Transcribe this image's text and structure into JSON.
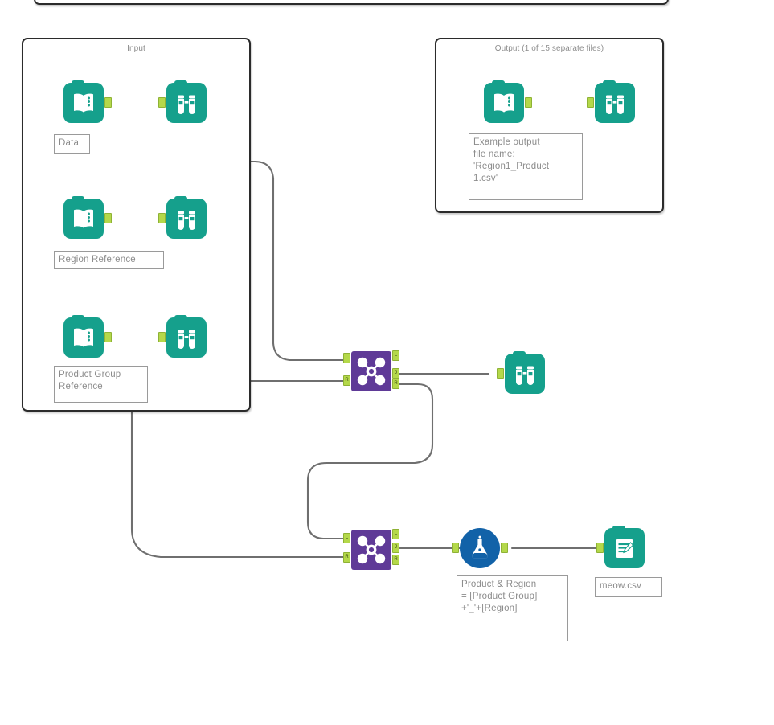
{
  "app": {
    "type": "workflow-canvas",
    "background": "#ffffff"
  },
  "palette": {
    "tool_teal": "#15a08c",
    "tool_purple": "#5f3a97",
    "tool_blue": "#1262a8",
    "connector_green": "#b4d84a",
    "wire": "#6f6f6f",
    "container_border": "#2b2b2b",
    "note_text": "#8c8c8c",
    "title_text": "#8d8d8d"
  },
  "containers": [
    {
      "id": "input-container",
      "title": "Input"
    },
    {
      "id": "output-container",
      "title": "Output (1 of 15 separate files)"
    }
  ],
  "notes": [
    {
      "id": "note-data",
      "text": "Data"
    },
    {
      "id": "note-region-ref",
      "text": "Region Reference"
    },
    {
      "id": "note-product-ref",
      "text": "Product Group\nReference"
    },
    {
      "id": "note-example-output",
      "text": "Example output\nfile name:\n'Region1_Product\n1.csv'"
    },
    {
      "id": "note-formula",
      "text": "Product & Region\n= [Product Group]\n+'_'+[Region]"
    },
    {
      "id": "note-meow",
      "text": "meow.csv"
    }
  ],
  "tools": [
    {
      "id": "input-data-1",
      "icon": "input-data-icon",
      "label": "Input Data",
      "color": "#15a08c"
    },
    {
      "id": "browse-1",
      "icon": "browse-icon",
      "label": "Browse",
      "color": "#15a08c"
    },
    {
      "id": "input-data-2",
      "icon": "input-data-icon",
      "label": "Input Data",
      "color": "#15a08c"
    },
    {
      "id": "browse-2",
      "icon": "browse-icon",
      "label": "Browse",
      "color": "#15a08c"
    },
    {
      "id": "input-data-3",
      "icon": "input-data-icon",
      "label": "Input Data",
      "color": "#15a08c"
    },
    {
      "id": "browse-3",
      "icon": "browse-icon",
      "label": "Browse",
      "color": "#15a08c"
    },
    {
      "id": "output-input-data",
      "icon": "input-data-icon",
      "label": "Input Data",
      "color": "#15a08c"
    },
    {
      "id": "output-browse",
      "icon": "browse-icon",
      "label": "Browse",
      "color": "#15a08c"
    },
    {
      "id": "join-1",
      "icon": "join-icon",
      "label": "Join",
      "color": "#5f3a97"
    },
    {
      "id": "browse-4",
      "icon": "browse-icon",
      "label": "Browse",
      "color": "#15a08c"
    },
    {
      "id": "join-2",
      "icon": "join-icon",
      "label": "Join",
      "color": "#5f3a97"
    },
    {
      "id": "formula-1",
      "icon": "formula-flask-icon",
      "label": "Formula",
      "color": "#1262a8"
    },
    {
      "id": "output-data-1",
      "icon": "output-data-icon",
      "label": "Output Data",
      "color": "#15a08c"
    }
  ],
  "anchors": {
    "join_inputs": [
      "L",
      "R"
    ],
    "join_outputs": [
      "L",
      "J",
      "R"
    ],
    "plain": ""
  }
}
